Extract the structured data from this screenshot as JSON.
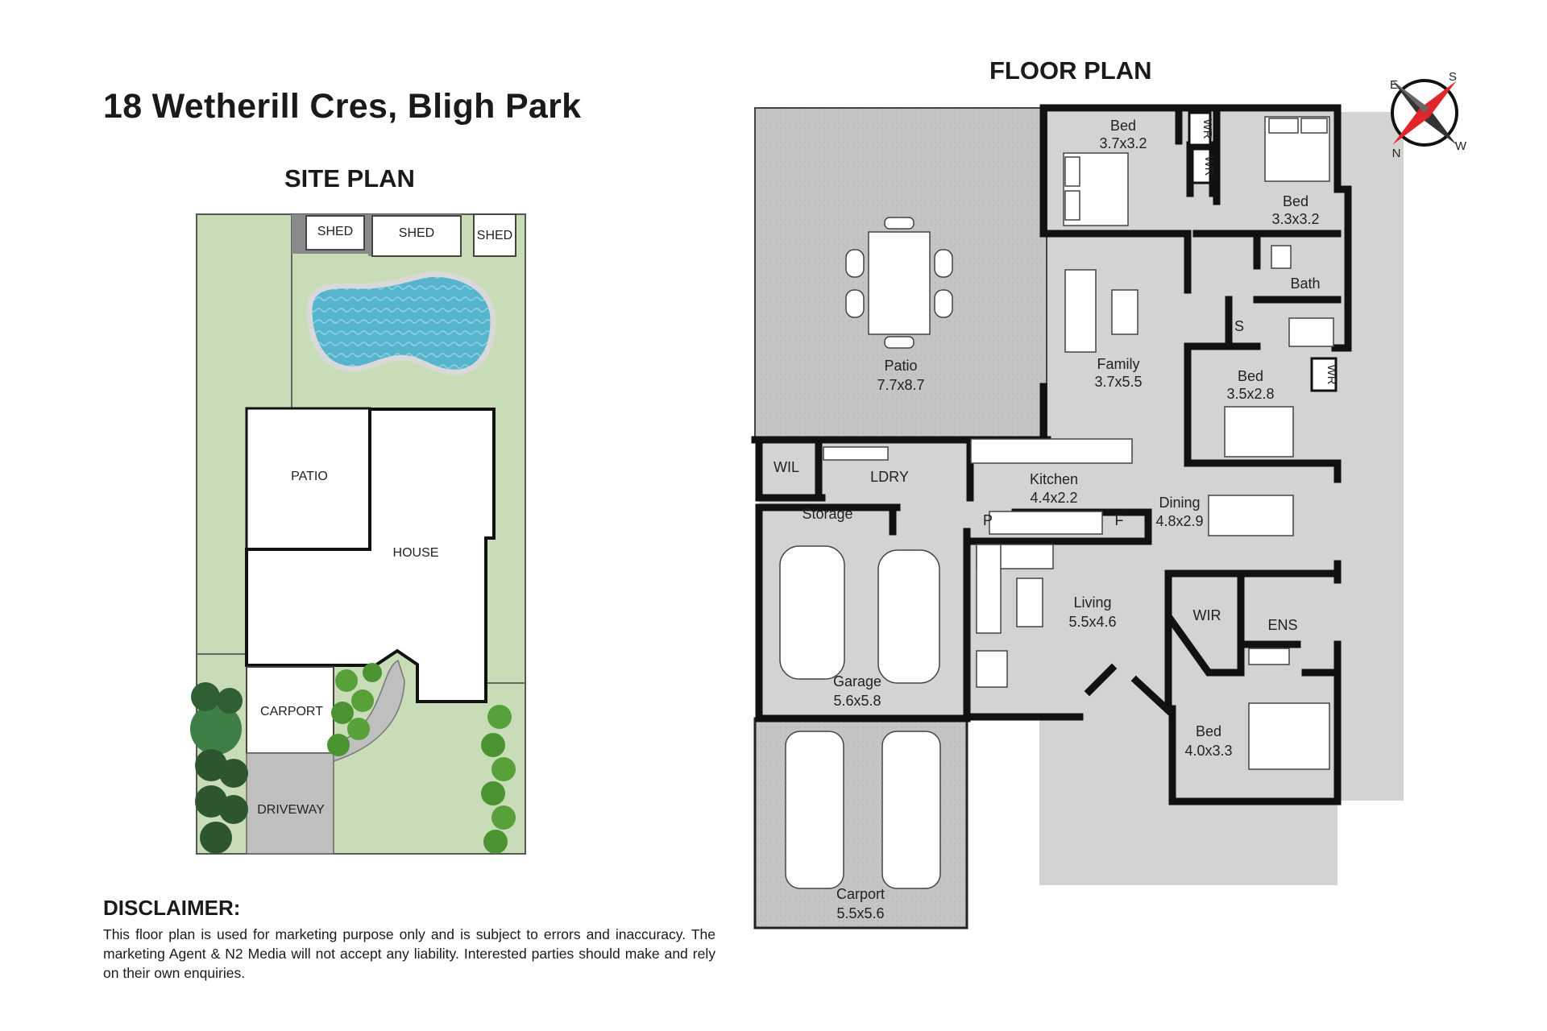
{
  "header": {
    "address": "18 Wetherill Cres, Bligh Park",
    "site_plan_heading": "SITE PLAN",
    "floor_plan_heading": "FLOOR PLAN"
  },
  "site_plan": {
    "shed_1": "SHED",
    "shed_2": "SHED",
    "shed_3": "SHED",
    "patio": "PATIO",
    "house": "HOUSE",
    "carport": "CARPORT",
    "driveway": "DRIVEWAY"
  },
  "floor_plan": {
    "bed_1": {
      "name": "Bed",
      "size": "3.7x3.2"
    },
    "bed_2": {
      "name": "Bed",
      "size": "3.3x3.2"
    },
    "bed_3": {
      "name": "Bed",
      "size": "3.5x2.8"
    },
    "bed_4": {
      "name": "Bed",
      "size": "4.0x3.3"
    },
    "wr_1": "WR",
    "wr_2": "WR",
    "wr_3": "WR",
    "bath": "Bath",
    "store_s": "S",
    "family": {
      "name": "Family",
      "size": "3.7x5.5"
    },
    "patio": {
      "name": "Patio",
      "size": "7.7x8.7"
    },
    "wil": "WIL",
    "ldry": "LDRY",
    "storage": "Storage",
    "kitchen": {
      "name": "Kitchen",
      "size": "4.4x2.2"
    },
    "pantry": "P",
    "fridge": "F",
    "dining": {
      "name": "Dining",
      "size": "4.8x2.9"
    },
    "living": {
      "name": "Living",
      "size": "5.5x4.6"
    },
    "wir": "WIR",
    "ens": "ENS",
    "garage": {
      "name": "Garage",
      "size": "5.6x5.8"
    },
    "carport": {
      "name": "Carport",
      "size": "5.5x5.6"
    }
  },
  "compass": {
    "n": "N",
    "s": "S",
    "e": "E",
    "w": "W"
  },
  "disclaimer": {
    "heading": "DISCLAIMER:",
    "text": "This floor plan is used for marketing purpose only and is subject to errors and inaccuracy. The marketing Agent & N2 Media will not accept any liability. Interested parties should make and rely on their own enquiries."
  },
  "colors": {
    "lawn": "#c9dcb8",
    "pool": "#56b4cc",
    "floor": "#d3d4d1",
    "outdoor": "#c3c4c1",
    "wall": "#111111",
    "compass_red": "#e0262b"
  }
}
